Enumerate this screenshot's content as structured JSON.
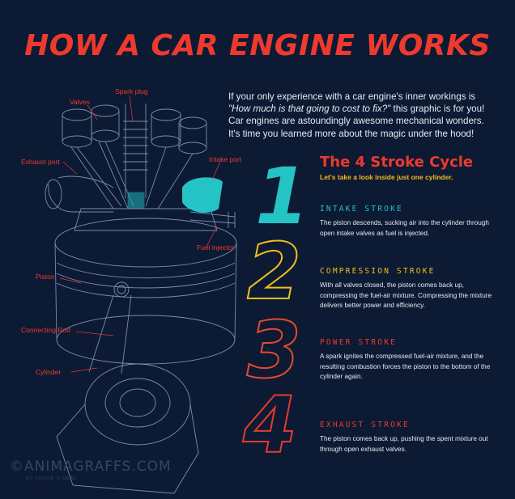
{
  "title": "HOW A CAR ENGINE WORKS",
  "intro": {
    "part1": "If your only experience with a car engine's inner workings is ",
    "quote": "\"How much is that going to cost to fix?\"",
    "part2": " this graphic is for you! Car engines are astoundingly awesome mechanical wonders. It's time you learned more about the magic under the hood!"
  },
  "labels": {
    "valves": "Valves",
    "spark_plug": "Spark plug",
    "exhaust_port": "Exhaust port",
    "intake_port": "Intake port",
    "fuel_injector": "Fuel injector",
    "piston": "Piston",
    "connecting_rod": "Connecting Rod",
    "cylinder": "Cylinder"
  },
  "cycle": {
    "title": "The 4 Stroke Cycle",
    "subtitle": "Let's take a look inside just one cylinder."
  },
  "strokes": [
    {
      "number": "1",
      "name": "INTAKE STROKE",
      "color": "#24c4c6",
      "desc": "The piston descends, sucking air into the cylinder through open intake valves as fuel is injected."
    },
    {
      "number": "2",
      "name": "COMPRESSION STROKE",
      "color": "#f2be1c",
      "desc": "With all valves closed, the piston comes back up, compressing the fuel-air mixture. Compressing the mixture delivers better power and efficiency."
    },
    {
      "number": "3",
      "name": "POWER STROKE",
      "color": "#ee3a2e",
      "desc": "A spark ignites the compressed fuel-air mixture, and the resulting combustion forces the piston to the bottom of the cylinder again."
    },
    {
      "number": "4",
      "name": "EXHAUST STROKE",
      "color": "#ee3a2e",
      "desc": "The piston comes back up, pushing the spent mixture out through open exhaust valves."
    }
  ],
  "credit": {
    "brand": "©ANIMAGRAFFS.COM",
    "author": "BY JACOB O'NEAL"
  }
}
